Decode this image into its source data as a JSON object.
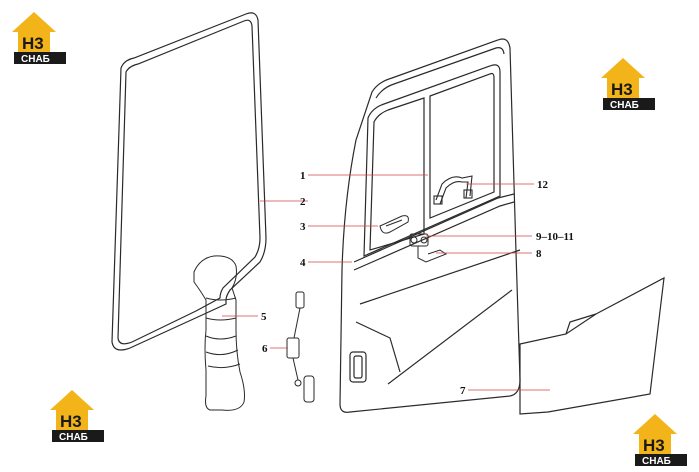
{
  "logo": {
    "mark": "H3",
    "word": "СНАБ",
    "colors": {
      "roof": "#f2b418",
      "bar": "#1a1a1a",
      "text": "#ffffff"
    }
  },
  "colors": {
    "leader": "#d64545",
    "outline": "#2a2a2a"
  },
  "callouts": [
    {
      "id": "1",
      "label": "1"
    },
    {
      "id": "2",
      "label": "2"
    },
    {
      "id": "3",
      "label": "3"
    },
    {
      "id": "4",
      "label": "4"
    },
    {
      "id": "5",
      "label": "5"
    },
    {
      "id": "6",
      "label": "6"
    },
    {
      "id": "7",
      "label": "7"
    },
    {
      "id": "8",
      "label": "8"
    },
    {
      "id": "9-10-11",
      "label": "9–10–11"
    },
    {
      "id": "12",
      "label": "12"
    }
  ]
}
